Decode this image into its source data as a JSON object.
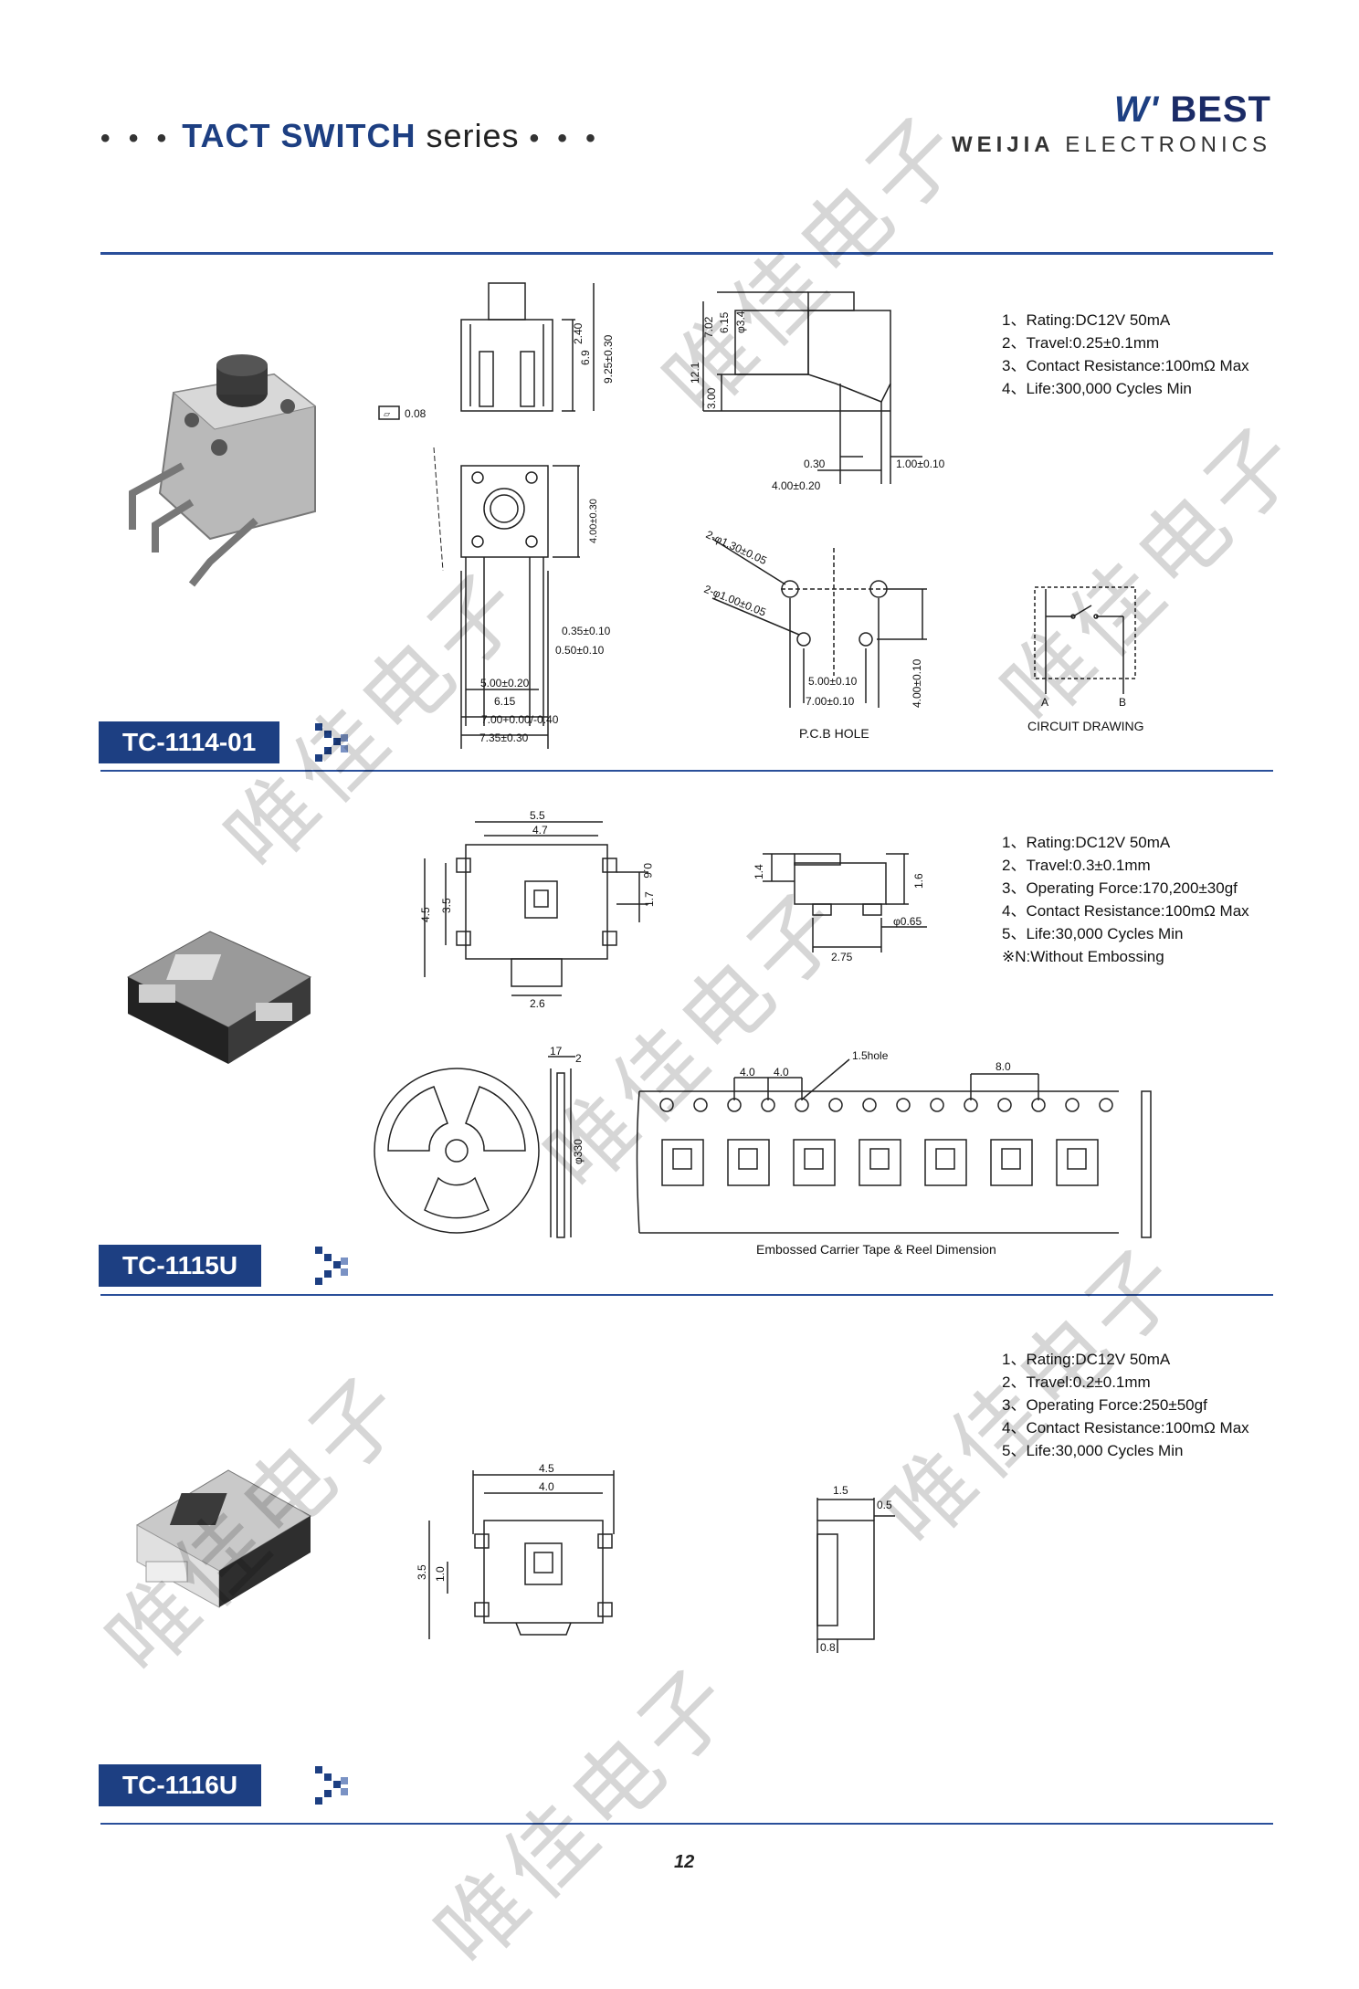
{
  "header": {
    "dots_left": "• • •",
    "title_bold": "TACT SWITCH",
    "title_rest": "series",
    "dots_right": "• • •",
    "brand_logo_mark": "W'",
    "brand_logo_text": "BEST",
    "brand_sub_bold": "WEIJIA",
    "brand_sub_rest": "ELECTRONICS"
  },
  "watermark": "唯佳电子",
  "sections": [
    {
      "model": "TC-1114-01",
      "specs": [
        "1、Rating:DC12V 50mA",
        "2、Travel:0.25±0.1mm",
        "3、Contact Resistance:100mΩ Max",
        "4、Life:300,000 Cycles Min"
      ],
      "labels": {
        "pcb_hole": "P.C.B HOLE",
        "circuit_drawing": "CIRCUIT DRAWING",
        "pin_a": "A",
        "pin_b": "B"
      },
      "dims": {
        "flatness": "0.08",
        "d240": "2.40",
        "d69": "6.9",
        "d925": "9.25±0.30",
        "d702": "7.02",
        "d615v": "6.15",
        "dphi34": "φ3.4",
        "d121": "12.1",
        "d300": "3.00",
        "d030": "0.30",
        "d400": "4.00±0.20",
        "d100": "1.00±0.10",
        "d400v": "4.00±0.30",
        "d035": "0.35±0.10",
        "d050": "0.50±0.10",
        "d500": "5.00±0.20",
        "d615": "6.15",
        "d700": "7.00+0.00/-0.40",
        "d735": "7.35±0.30",
        "hole1": "2-φ1.30±0.05",
        "hole2": "2-φ1.00±0.05",
        "pcb500": "5.00±0.10",
        "pcb700": "7.00±0.10",
        "pcb400": "4.00±0.10"
      }
    },
    {
      "model": "TC-1115U",
      "specs": [
        "1、Rating:DC12V 50mA",
        "2、Travel:0.3±0.1mm",
        "3、Operating Force:170,200±30gf",
        "4、Contact Resistance:100mΩ Max",
        "5、Life:30,000 Cycles Min",
        "※N:Without Embossing"
      ],
      "labels": {
        "tape_caption": "Embossed Carrier Tape & Reel Dimension"
      },
      "dims": {
        "d55": "5.5",
        "d47": "4.7",
        "d45": "4.5",
        "d35": "3.5",
        "d06": "0.6",
        "d17": "1.7",
        "d26": "2.6",
        "d14": "1.4",
        "d16": "1.6",
        "d065": "φ0.65",
        "d275": "2.75",
        "t17": "17",
        "t2": "2",
        "t330": "φ330",
        "t40a": "4.0",
        "t40b": "4.0",
        "t15hole": "1.5hole",
        "t80": "8.0"
      }
    },
    {
      "model": "TC-1116U",
      "specs": [
        "1、Rating:DC12V 50mA",
        "2、Travel:0.2±0.1mm",
        "3、Operating Force:250±50gf",
        "4、Contact Resistance:100mΩ Max",
        "5、Life:30,000 Cycles Min"
      ],
      "dims": {
        "d45": "4.5",
        "d40": "4.0",
        "d35": "3.5",
        "d10": "1.0",
        "d15": "1.5",
        "d05": "0.5",
        "d08": "0.8"
      }
    }
  ],
  "page_number": "12"
}
